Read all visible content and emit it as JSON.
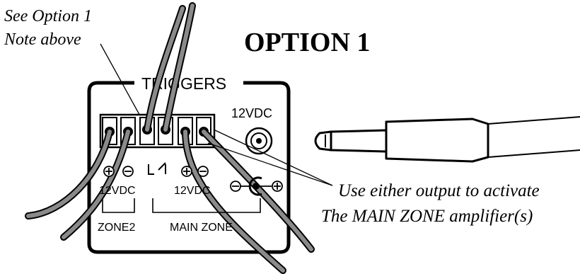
{
  "diagram": {
    "title": "OPTION 1",
    "note_line1": "See Option 1",
    "note_line2": "Note above",
    "panel_label": "TRIGGERS",
    "jack_label": "12VDC",
    "zone2_voltage": "12VDC",
    "zone2_name": "ZONE2",
    "main_voltage": "12VDC",
    "main_name": "MAIN ZONE",
    "callout_line1": "Use either output to activate",
    "callout_line2": "The MAIN ZONE amplifier(s)"
  }
}
